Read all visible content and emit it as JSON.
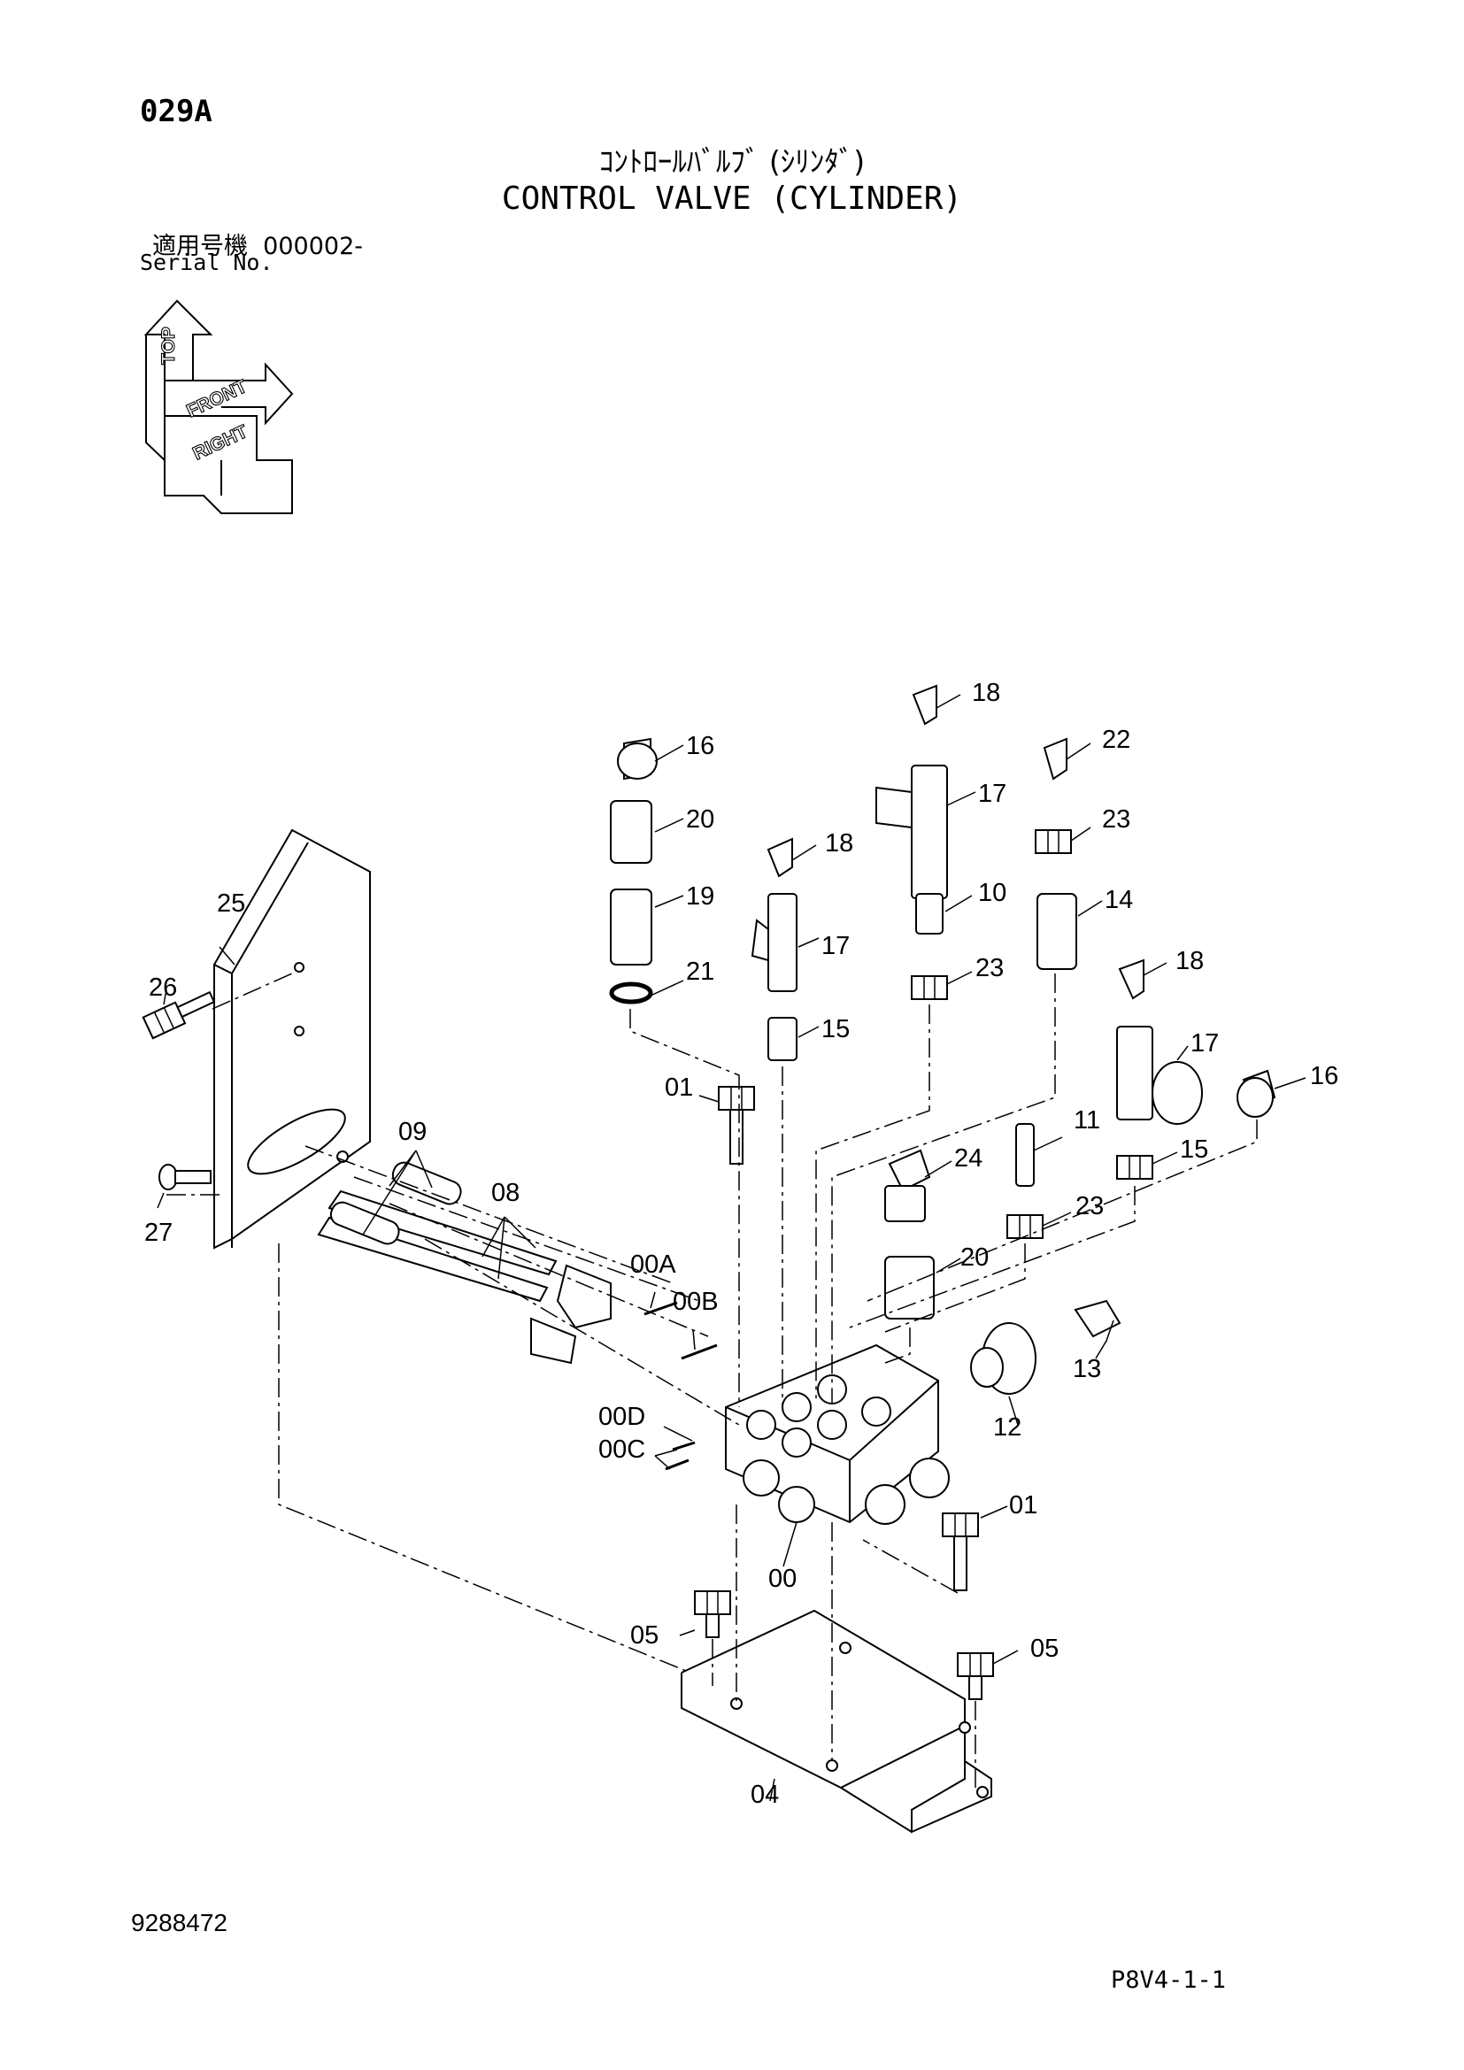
{
  "header": {
    "page_code": "029A",
    "title_jp": "ｺﾝﾄﾛｰﾙﾊﾞﾙﾌﾞ (ｼﾘﾝﾀﾞ)",
    "title_en": "CONTROL VALVE (CYLINDER)",
    "serial_label_jp": "適用号機",
    "serial_value": "000002-",
    "serial_label_en": "Serial No."
  },
  "orientation": {
    "top": "TOP",
    "front": "FRONT",
    "right": "RIGHT"
  },
  "parts": [
    {
      "label": "00"
    },
    {
      "label": "00A"
    },
    {
      "label": "00B"
    },
    {
      "label": "00C"
    },
    {
      "label": "00D"
    },
    {
      "label": "01"
    },
    {
      "label": "01"
    },
    {
      "label": "04"
    },
    {
      "label": "05"
    },
    {
      "label": "05"
    },
    {
      "label": "08"
    },
    {
      "label": "09"
    },
    {
      "label": "10"
    },
    {
      "label": "11"
    },
    {
      "label": "12"
    },
    {
      "label": "13"
    },
    {
      "label": "14"
    },
    {
      "label": "15"
    },
    {
      "label": "15"
    },
    {
      "label": "16"
    },
    {
      "label": "16"
    },
    {
      "label": "17"
    },
    {
      "label": "17"
    },
    {
      "label": "17"
    },
    {
      "label": "18"
    },
    {
      "label": "18"
    },
    {
      "label": "18"
    },
    {
      "label": "19"
    },
    {
      "label": "20"
    },
    {
      "label": "20"
    },
    {
      "label": "21"
    },
    {
      "label": "22"
    },
    {
      "label": "23"
    },
    {
      "label": "23"
    },
    {
      "label": "23"
    },
    {
      "label": "24"
    },
    {
      "label": "25"
    },
    {
      "label": "26"
    },
    {
      "label": "27"
    }
  ],
  "footer": {
    "doc_number": "9288472",
    "page_ref": "P8V4-1-1"
  }
}
